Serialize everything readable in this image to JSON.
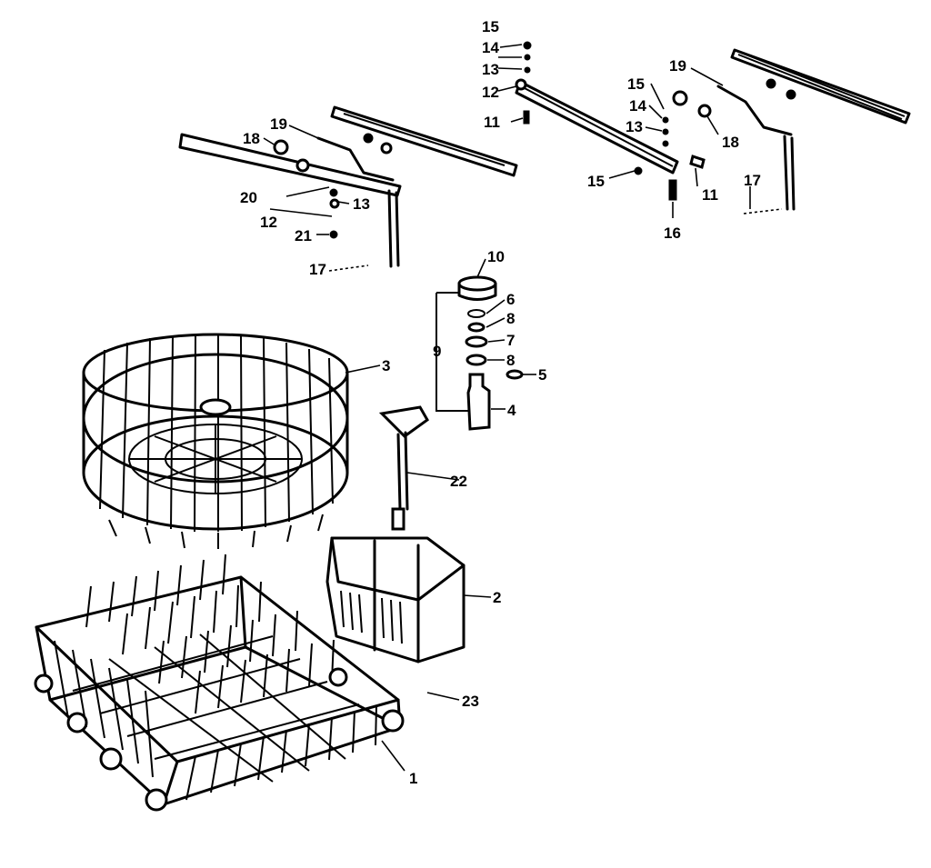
{
  "callouts": [
    {
      "id": "c1",
      "text": "1"
    },
    {
      "id": "c2",
      "text": "2"
    },
    {
      "id": "c3",
      "text": "3"
    },
    {
      "id": "c4",
      "text": "4"
    },
    {
      "id": "c5",
      "text": "5"
    },
    {
      "id": "c6",
      "text": "6"
    },
    {
      "id": "c8a",
      "text": "8"
    },
    {
      "id": "c7",
      "text": "7"
    },
    {
      "id": "c8b",
      "text": "8"
    },
    {
      "id": "c9",
      "text": "9"
    },
    {
      "id": "c10",
      "text": "10"
    },
    {
      "id": "c11a",
      "text": "11"
    },
    {
      "id": "c11b",
      "text": "11"
    },
    {
      "id": "c12a",
      "text": "12"
    },
    {
      "id": "c12b",
      "text": "12"
    },
    {
      "id": "c13a",
      "text": "13"
    },
    {
      "id": "c13b",
      "text": "13"
    },
    {
      "id": "c13c",
      "text": "13"
    },
    {
      "id": "c14a",
      "text": "14"
    },
    {
      "id": "c14b",
      "text": "14"
    },
    {
      "id": "c15a",
      "text": "15"
    },
    {
      "id": "c15b",
      "text": "15"
    },
    {
      "id": "c15c",
      "text": "15"
    },
    {
      "id": "c16",
      "text": "16"
    },
    {
      "id": "c17a",
      "text": "17"
    },
    {
      "id": "c17b",
      "text": "17"
    },
    {
      "id": "c18a",
      "text": "18"
    },
    {
      "id": "c18b",
      "text": "18"
    },
    {
      "id": "c19a",
      "text": "19"
    },
    {
      "id": "c19b",
      "text": "19"
    },
    {
      "id": "c20",
      "text": "20"
    },
    {
      "id": "c21",
      "text": "21"
    },
    {
      "id": "c22",
      "text": "22"
    },
    {
      "id": "c23",
      "text": "23"
    }
  ]
}
